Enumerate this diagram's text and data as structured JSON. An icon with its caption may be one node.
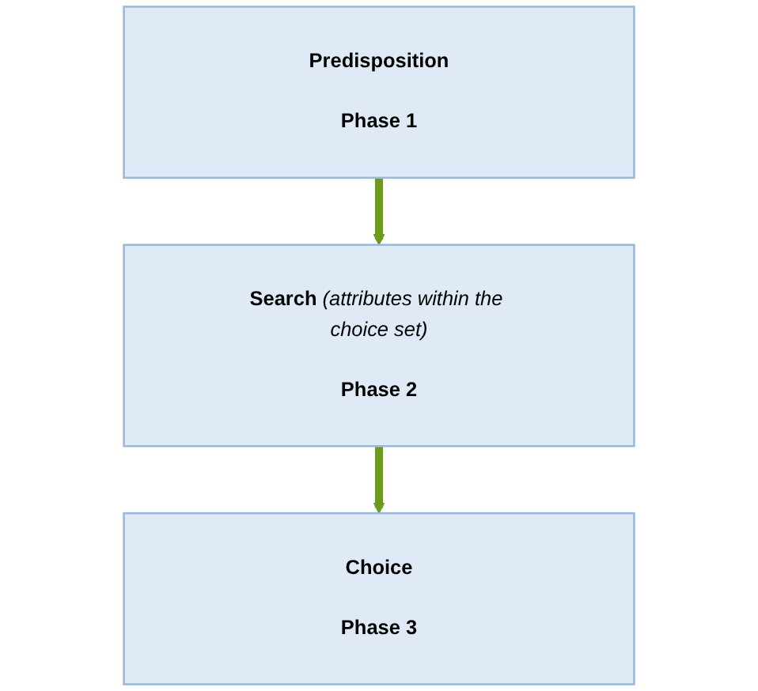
{
  "diagram": {
    "nodes": [
      {
        "text": [
          "Predisposition",
          "Phase 1"
        ]
      },
      {
        "text": [
          "Search *(attributes within the choice set)*",
          "Phase 2"
        ]
      },
      {
        "text": [
          "Choice",
          "Phase 3"
        ]
      }
    ],
    "edges": [
      {
        "from": 0,
        "to": 1,
        "arrow": "to"
      },
      {
        "from": 1,
        "to": 2,
        "arrow": "to"
      }
    ]
  }
}
